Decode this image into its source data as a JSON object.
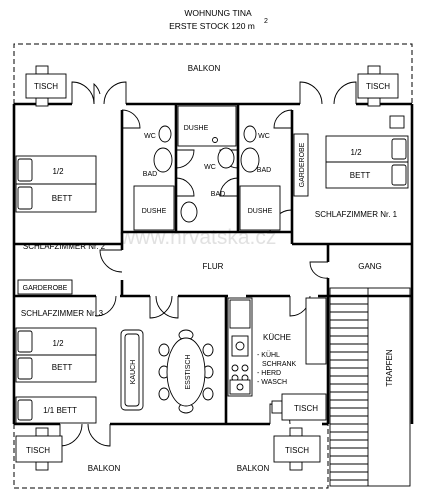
{
  "header": {
    "title": "WOHNUNG TINA",
    "subtitle": "ERSTE STOCK 120 m",
    "subtitle_sup": "2"
  },
  "watermark": "www.hrvatska.cz",
  "rooms": {
    "balkon_top": "BALKON",
    "balkon_bottom_left": "BALKON",
    "balkon_bottom_right": "BALKON",
    "flur": "FLUR",
    "gang": "GANG",
    "schlafzimmer_1": "SCHLAFZIMMER Nr. 1",
    "schlafzimmer_2": "SCHLAFZIMMER Nr. 2",
    "schlafzimmer_3": "SCHLAFZIMMER Nr. 3",
    "kueche": "KÜCHE",
    "trapfen": "TRAPFEN"
  },
  "fixtures": {
    "wc_left": "WC",
    "wc_mid": "WC",
    "wc_right": "WC",
    "bad_left": "BAD",
    "bad_mid": "BAD",
    "bad_right": "BAD",
    "dushe_top": "DUSHE",
    "dushe_left": "DUSHE",
    "dushe_right": "DUSHE",
    "garderobe_1": "GARDEROBE",
    "garderobe_2": "GARDEROBE"
  },
  "furniture": {
    "tisch_top_left": "TISCH",
    "tisch_top_right": "TISCH",
    "tisch_bottom_left": "TISCH",
    "tisch_bottom_mid": "TISCH",
    "tisch_kitchen": "TISCH",
    "bett_1_half": "1/2",
    "bett_1": "BETT",
    "bett_2_half": "1/2",
    "bett_2": "BETT",
    "bett_3_half": "1/2",
    "bett_3": "BETT",
    "bett_3_single": "1/1 BETT",
    "kauch": "KAUCH",
    "esstisch": "ESSTISCH",
    "kitchen_items": [
      "- KÜHL",
      "SCHRANK",
      "- HERD",
      "- WASCH"
    ]
  }
}
